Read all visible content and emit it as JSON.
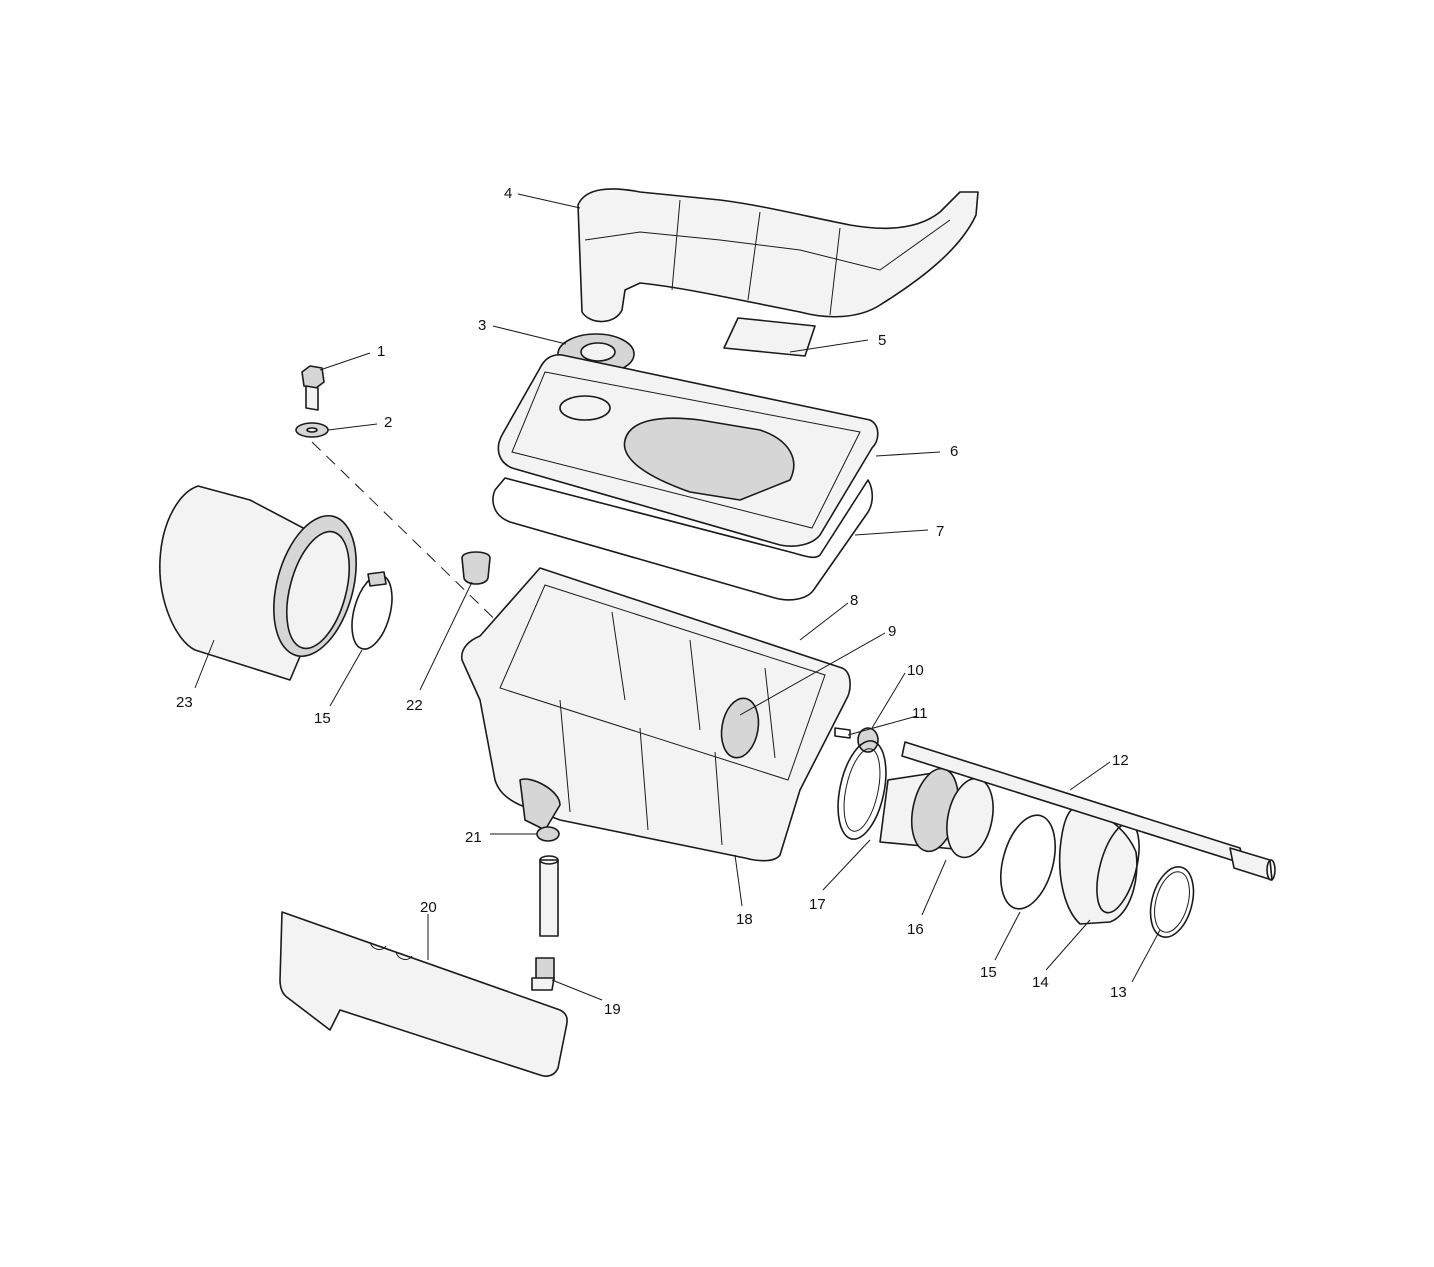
{
  "labels": {
    "p1": "1",
    "p2": "2",
    "p3": "3",
    "p4": "4",
    "p5": "5",
    "p6": "6",
    "p7": "7",
    "p8": "8",
    "p9": "9",
    "p10": "10",
    "p11": "11",
    "p12": "12",
    "p13": "13",
    "p14": "14",
    "p15a": "15",
    "p15b": "15",
    "p16": "16",
    "p17": "17",
    "p18": "18",
    "p19": "19",
    "p20": "20",
    "p21": "21",
    "p22": "22",
    "p23": "23"
  },
  "colors": {
    "ink": "#1a1a1a",
    "paper": "#ffffff",
    "shade": "#d6d6d6"
  }
}
